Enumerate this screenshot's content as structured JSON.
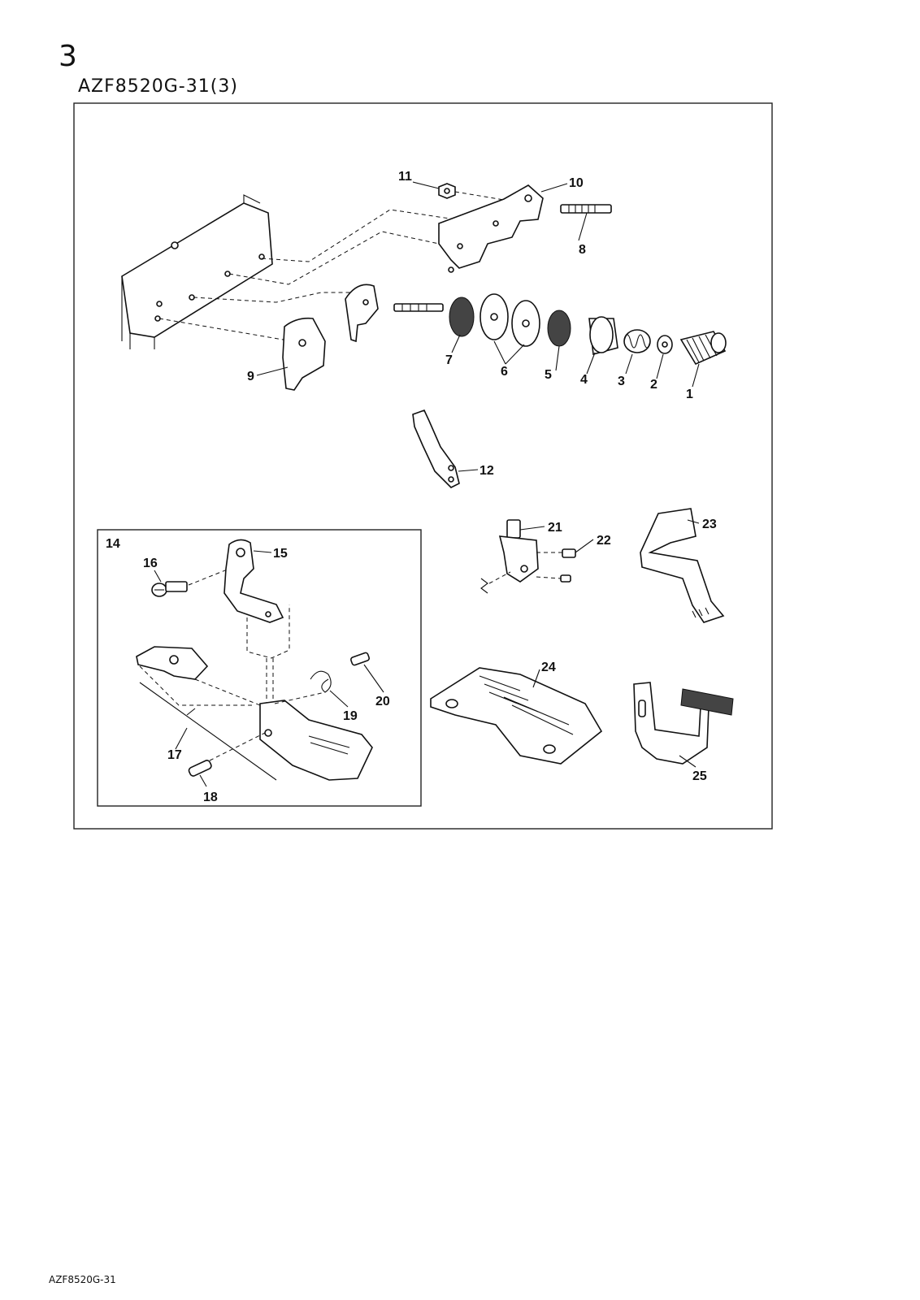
{
  "header": {
    "page_number": "3",
    "model_title": "AZF8520G-31(3)"
  },
  "footer": {
    "code": "AZF8520G-31"
  },
  "callouts": {
    "p1": "1",
    "p2": "2",
    "p3": "3",
    "p4": "4",
    "p5": "5",
    "p6": "6",
    "p7": "7",
    "p8": "8",
    "p9": "9",
    "p10": "10",
    "p11": "11",
    "p12": "12",
    "p14": "14",
    "p15": "15",
    "p16": "16",
    "p17": "17",
    "p18": "18",
    "p19": "19",
    "p20": "20",
    "p21": "21",
    "p22": "22",
    "p23": "23",
    "p24": "24",
    "p25": "25"
  }
}
